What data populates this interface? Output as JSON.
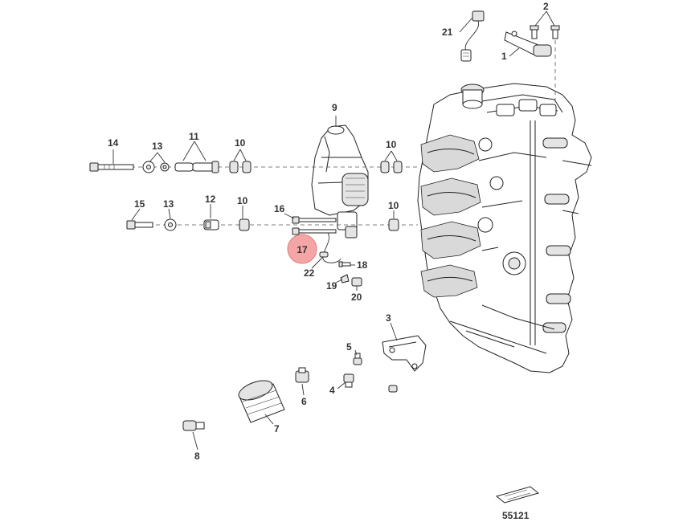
{
  "callouts": {
    "c1": "1",
    "c2": "2",
    "c3": "3",
    "c4": "4",
    "c5": "5",
    "c6": "6",
    "c7": "7",
    "c8": "8",
    "c9": "9",
    "c10a": "10",
    "c10b": "10",
    "c10c": "10",
    "c10d": "10",
    "c11": "11",
    "c12": "12",
    "c13a": "13",
    "c13b": "13",
    "c14": "14",
    "c15": "15",
    "c16": "16",
    "c17": "17",
    "c18": "18",
    "c19": "19",
    "c20": "20",
    "c21": "21",
    "c22": "22"
  },
  "figure_id": "55121",
  "highlight_color": "#f4a6a6"
}
